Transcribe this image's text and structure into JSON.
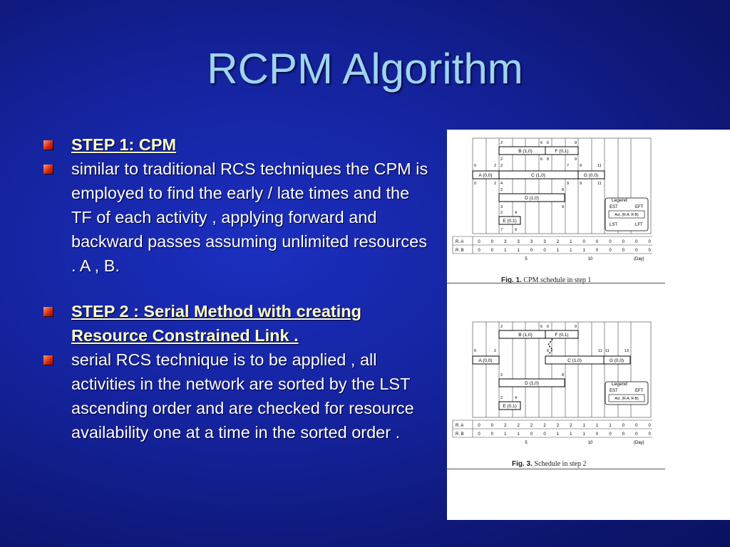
{
  "slide": {
    "title": "RCPM Algorithm",
    "bullets": [
      {
        "text": "STEP 1: CPM",
        "heading": true
      },
      {
        "text": "similar to traditional RCS techniques the CPM is employed to find the early / late times and the TF of each activity , applying forward and backward passes assuming unlimited resources . A , B.",
        "heading": false
      },
      {
        "text": "STEP 2 : Serial Method with creating Resource Constrained Link .",
        "heading": true
      },
      {
        "text": "serial RCS technique is to be applied , all activities in the network are sorted by the LST ascending order and are checked for resource availability one at a time in the sorted order .",
        "heading": false
      }
    ]
  },
  "figure1": {
    "caption_label": "Fig. 1.",
    "caption_text": "CPM schedule in step 1",
    "activities": [
      "B (1,0)",
      "F (0,1)",
      "C (1,0)",
      "A (0,0)",
      "G (0,0)",
      "D (1,0)",
      "E (0,1)"
    ],
    "legend": {
      "title": "Legend",
      "est": "EST",
      "eft": "EFT",
      "act": "Act. (R-A, R-B)",
      "lst": "LST",
      "lft": "LFT"
    },
    "rows": [
      {
        "label": "R. A",
        "values": [
          "0",
          "0",
          "3",
          "3",
          "3",
          "3",
          "2",
          "1",
          "0",
          "0",
          "0",
          "0",
          "0",
          "0"
        ]
      },
      {
        "label": "R. B",
        "values": [
          "0",
          "0",
          "1",
          "1",
          "0",
          "0",
          "1",
          "1",
          "1",
          "0",
          "0",
          "0",
          "0",
          "0"
        ]
      }
    ],
    "axis": {
      "five": "5",
      "ten": "10",
      "unit": "(Day)"
    }
  },
  "figure3": {
    "caption_label": "Fig. 3.",
    "caption_text": "Schedule in step 2",
    "activities": [
      "B (1,0)",
      "F (0,1)",
      "A (0,0)",
      "C (1,0)",
      "G (0,0)",
      "D (1,0)",
      "E (0,1)"
    ],
    "legend": {
      "title": "Legend",
      "est": "EST",
      "eft": "EFT",
      "act": "Act. (R-A, R-B)"
    },
    "rows": [
      {
        "label": "R. A",
        "values": [
          "0",
          "0",
          "2",
          "2",
          "2",
          "2",
          "2",
          "2",
          "1",
          "1",
          "1",
          "0",
          "0",
          "0"
        ]
      },
      {
        "label": "R. B",
        "values": [
          "0",
          "0",
          "1",
          "1",
          "0",
          "0",
          "1",
          "1",
          "1",
          "0",
          "0",
          "0",
          "0",
          "0"
        ]
      }
    ],
    "axis": {
      "five": "5",
      "ten": "10",
      "unit": "(Day)"
    }
  }
}
